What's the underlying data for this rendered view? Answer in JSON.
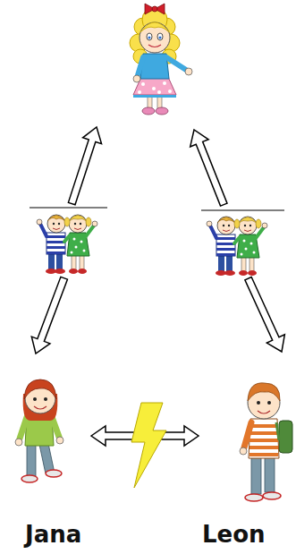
{
  "diagram": {
    "nodes": [
      {
        "text": [
          "Jana"
        ]
      },
      {
        "text": [
          "Leon"
        ]
      }
    ],
    "edges": [
      {
        "from": 0,
        "to": 1,
        "arrow": "both"
      }
    ]
  }
}
